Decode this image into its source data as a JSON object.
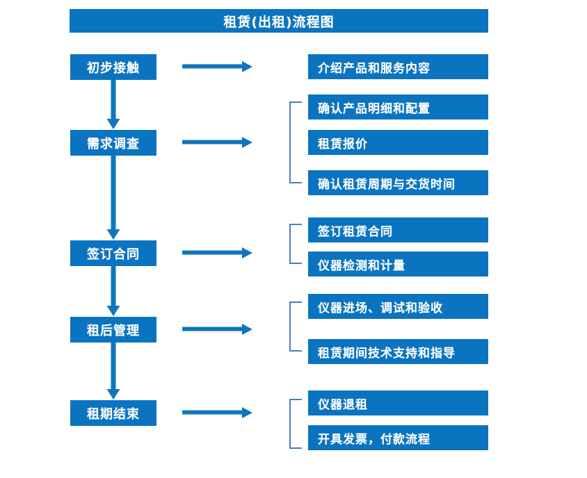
{
  "diagram": {
    "title": "租赁(出租)流程图",
    "colors": {
      "box_blue": "#0b74c0",
      "arrow_blue": "#0f75bd",
      "bracket_blue": "#4d7ebb",
      "background": "#ffffff",
      "text": "#ffffff"
    },
    "stages": [
      {
        "label": "初步接触"
      },
      {
        "label": "需求调查"
      },
      {
        "label": "签订合同"
      },
      {
        "label": "租后管理"
      },
      {
        "label": "租期结束"
      }
    ],
    "details": [
      {
        "label": "介绍产品和服务内容"
      },
      {
        "label": "确认产品明细和配置"
      },
      {
        "label": "租赁报价"
      },
      {
        "label": "确认租赁周期与交货时间"
      },
      {
        "label": "签订租赁合同"
      },
      {
        "label": "仪器检测和计量"
      },
      {
        "label": "仪器进场、调试和验收"
      },
      {
        "label": "租赁期间技术支持和指导"
      },
      {
        "label": "仪器退租"
      },
      {
        "label": "开具发票，付款流程"
      }
    ],
    "icons": {
      "down_arrow": "down-arrow-icon",
      "right_arrow": "right-arrow-icon",
      "bracket": "group-bracket-icon"
    }
  }
}
